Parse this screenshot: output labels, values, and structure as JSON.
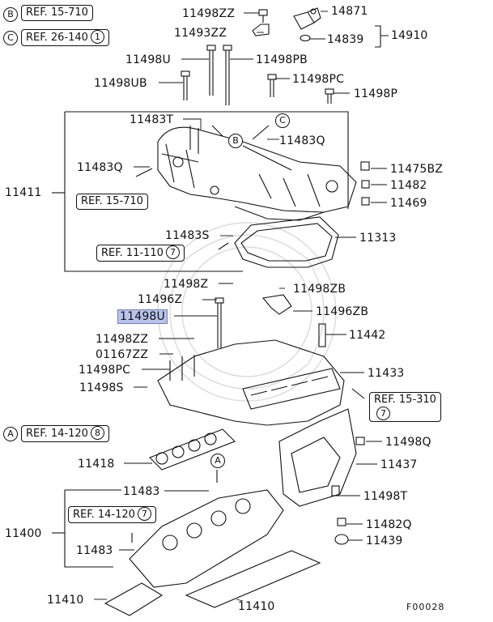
{
  "diagram": {
    "code": "F00028",
    "refs": {
      "b_ref": "REF. 15-710",
      "c_ref": "REF. 26-140",
      "c_ref_num": "1",
      "ref_15_710_inner": "REF. 15-710",
      "ref_11_110": "REF. 11-110",
      "ref_11_110_num": "7",
      "ref_15_310": "REF. 15-310",
      "ref_15_310_num": "7",
      "ref_14_120_a": "REF. 14-120",
      "ref_14_120_a_num": "8",
      "ref_14_120_b": "REF. 14-120",
      "ref_14_120_b_num": "7"
    },
    "markers": {
      "a": "A",
      "b": "B",
      "c": "C"
    },
    "parts": {
      "p11498ZZ_top": "11498ZZ",
      "p14871": "14871",
      "p11493ZZ": "11493ZZ",
      "p14839": "14839",
      "p14910": "14910",
      "p11498U_top": "11498U",
      "p11498PB": "11498PB",
      "p11498UB": "11498UB",
      "p11498PC_top": "11498PC",
      "p11498P": "11498P",
      "p11483T": "11483T",
      "p11483Q_right": "11483Q",
      "p11483Q_left": "11483Q",
      "p11475BZ": "11475BZ",
      "p11411": "11411",
      "p11482": "11482",
      "p11469": "11469",
      "p11483S": "11483S",
      "p11313": "11313",
      "p11498Z": "11498Z",
      "p11498ZB": "11498ZB",
      "p11496Z": "11496Z",
      "p11498U_hl": "11498U",
      "p11496ZB": "11496ZB",
      "p11442": "11442",
      "p11498ZZ_mid": "11498ZZ",
      "p01167ZZ": "01167ZZ",
      "p11498PC_mid": "11498PC",
      "p11433": "11433",
      "p11498S": "11498S",
      "p11498Q": "11498Q",
      "p11418": "11418",
      "p11437": "11437",
      "p11483_a": "11483",
      "p11498T": "11498T",
      "p11400": "11400",
      "p11482Q": "11482Q",
      "p11483_b": "11483",
      "p11439": "11439",
      "p11410_left": "11410",
      "p11410_bottom": "11410"
    }
  }
}
